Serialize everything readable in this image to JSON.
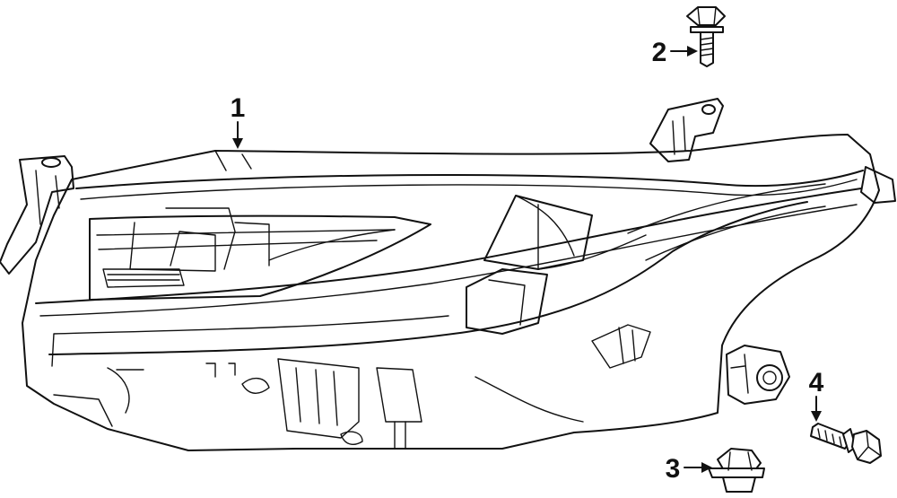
{
  "callouts": [
    {
      "number": "1",
      "part": "headlamp-assembly"
    },
    {
      "number": "2",
      "part": "upper-mounting-bolt"
    },
    {
      "number": "3",
      "part": "retainer-clip"
    },
    {
      "number": "4",
      "part": "lower-mounting-bolt"
    }
  ]
}
